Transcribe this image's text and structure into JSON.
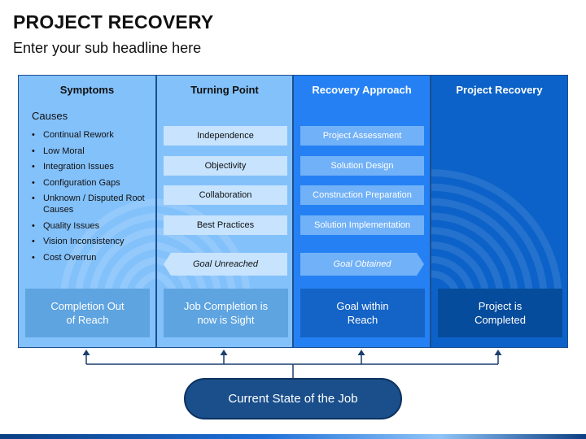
{
  "title": "PROJECT RECOVERY",
  "subtitle": "Enter your sub headline here",
  "columns": [
    {
      "header": "Symptoms",
      "causes_label": "Causes",
      "causes": [
        "Continual Rework",
        "Low Moral",
        "Integration Issues",
        "Configuration Gaps",
        "Unknown / Disputed Root Causes",
        "Quality Issues",
        "Vision Inconsistency",
        "Cost Overrun"
      ],
      "footer": "Completion Out\nof Reach"
    },
    {
      "header": "Turning Point",
      "items": [
        "Independence",
        "Objectivity",
        "Collaboration",
        "Best Practices"
      ],
      "goal": "Goal Unreached",
      "footer": "Job Completion is\nnow is Sight"
    },
    {
      "header": "Recovery Approach",
      "items": [
        "Project Assessment",
        "Solution Design",
        "Construction Preparation",
        "Solution Implementation"
      ],
      "goal": "Goal Obtained",
      "footer": "Goal within\nReach"
    },
    {
      "header": "Project Recovery",
      "footer": "Project is\nCompleted"
    }
  ],
  "current_state": "Current State of the Job",
  "colors": {
    "light_column": "#83c1fb",
    "mid_column": "#2581f3",
    "dark_column": "#0c62c8",
    "border": "#1b4f91",
    "pill_navy": "#1a4f8b"
  }
}
